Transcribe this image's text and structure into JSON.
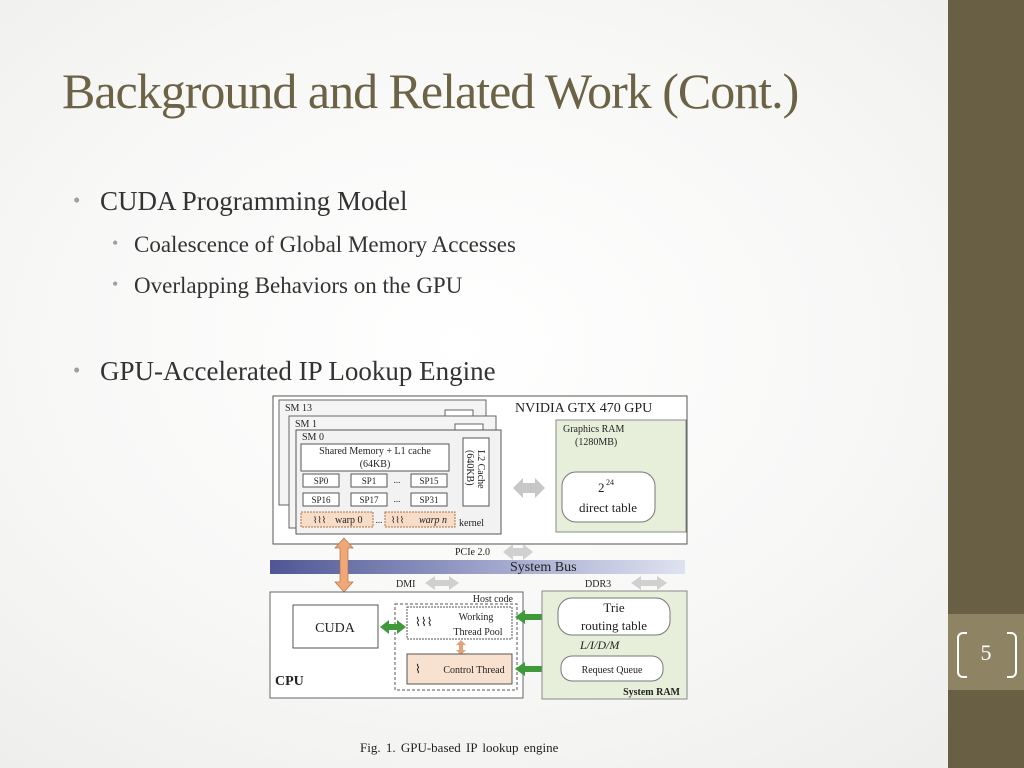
{
  "slide": {
    "title": "Background and Related Work (Cont.)",
    "page_number": "5",
    "accent_color": "#695f45"
  },
  "bullets": [
    {
      "text": "CUDA Programming Model"
    },
    {
      "text": "Coalescence of Global Memory Accesses"
    },
    {
      "text": "Overlapping Behaviors on the GPU"
    },
    {
      "text": "GPU-Accelerated IP Lookup Engine"
    }
  ],
  "figure": {
    "gpu_title": "NVIDIA GTX 470 GPU",
    "sm13": "SM 13",
    "sm1": "SM 1",
    "sm0": "SM 0",
    "shared_mem_line1": "Shared Memory + L1 cache",
    "shared_mem_line2": "(64KB)",
    "sp0": "SP0",
    "sp1": "SP1",
    "sp15": "SP15",
    "sp16": "SP16",
    "sp17": "SP17",
    "sp31": "SP31",
    "dots": "...",
    "warp0": "warp 0",
    "warpn": "warp n",
    "kernel": "kernel",
    "l2_line1": "L2 Cache",
    "l2_line2": "(640KB)",
    "graphics_ram": "Graphics RAM",
    "graphics_ram_size": "(1280MB)",
    "direct_table_base": "2",
    "direct_table_exp": "24",
    "direct_table": "direct table",
    "pcie": "PCIe 2.0",
    "system_bus": "System Bus",
    "dmi": "DMI",
    "ddr3": "DDR3",
    "host_code": "Host code",
    "cuda": "CUDA",
    "working": "Working",
    "thread_pool": "Thread Pool",
    "control_thread": "Control Thread",
    "cpu": "CPU",
    "trie": "Trie",
    "routing_table": "routing table",
    "lidm": "L/I/D/M",
    "request_queue": "Request Queue",
    "system_ram": "System RAM"
  },
  "caption": "Fig. 1.    GPU-based IP lookup engine"
}
